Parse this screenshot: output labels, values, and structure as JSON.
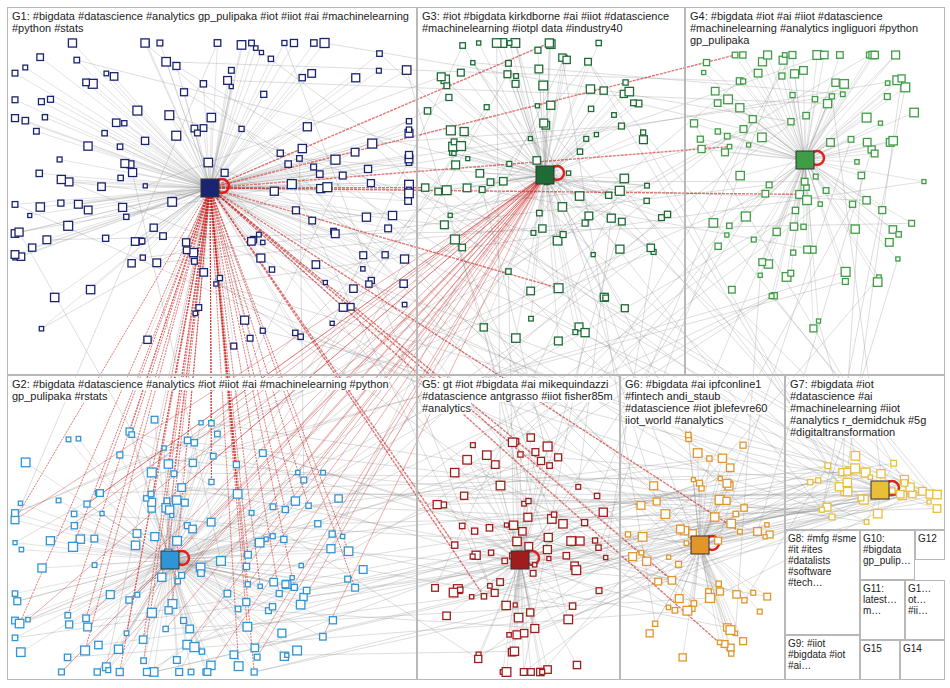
{
  "diagram": {
    "nodes": [
      {
        "text": [
          "G1: #bigdata #datascience #analytics gp_pulipaka #iot #iiot #ai #machinelearning #python #stats"
        ]
      },
      {
        "text": [
          "G3: #iot #bigdata kirkdborne #ai #iiot #datascience #machinelearning #iotpl data #industry40"
        ]
      },
      {
        "text": [
          "G4: #bigdata #iot #ai #iiot #datascience #machinelearning #analytics ingliguori #python gp_pulipaka"
        ]
      },
      {
        "text": [
          "G2: #bigdata #datascience #analytics #iot #iiot #ai #machinelearning #python gp_pulipaka #rstats"
        ]
      },
      {
        "text": [
          "G5: gt #iot #bigdata #ai mikequindazzi #datascience antgrasso #iiot fisher85m #analytics"
        ]
      },
      {
        "text": [
          "G6: #bigdata #ai ipfconline1 #fintech andi_staub #datascience #iot jblefevre60 iiot_world #analytics"
        ]
      },
      {
        "text": [
          "G7: #bigdata #iot #datascience #ai #machinelearning #iiot #analytics r_demidchuk #5g #digitaltransformation"
        ]
      },
      {
        "text": [
          "G8: #mfg #sme #it #ites #datalists #software #tech…"
        ]
      },
      {
        "text": [
          "G10: #bigdata gp_pulip…"
        ]
      },
      {
        "text": [
          "G12"
        ]
      },
      {
        "text": [
          "G11: latest… m…"
        ]
      },
      {
        "text": [
          "G1… ot… #ii…"
        ]
      },
      {
        "text": [
          "G9: #iiot #bigdata #iot #ai…"
        ]
      },
      {
        "text": [
          "G15"
        ]
      },
      {
        "text": [
          "G14"
        ]
      }
    ]
  }
}
